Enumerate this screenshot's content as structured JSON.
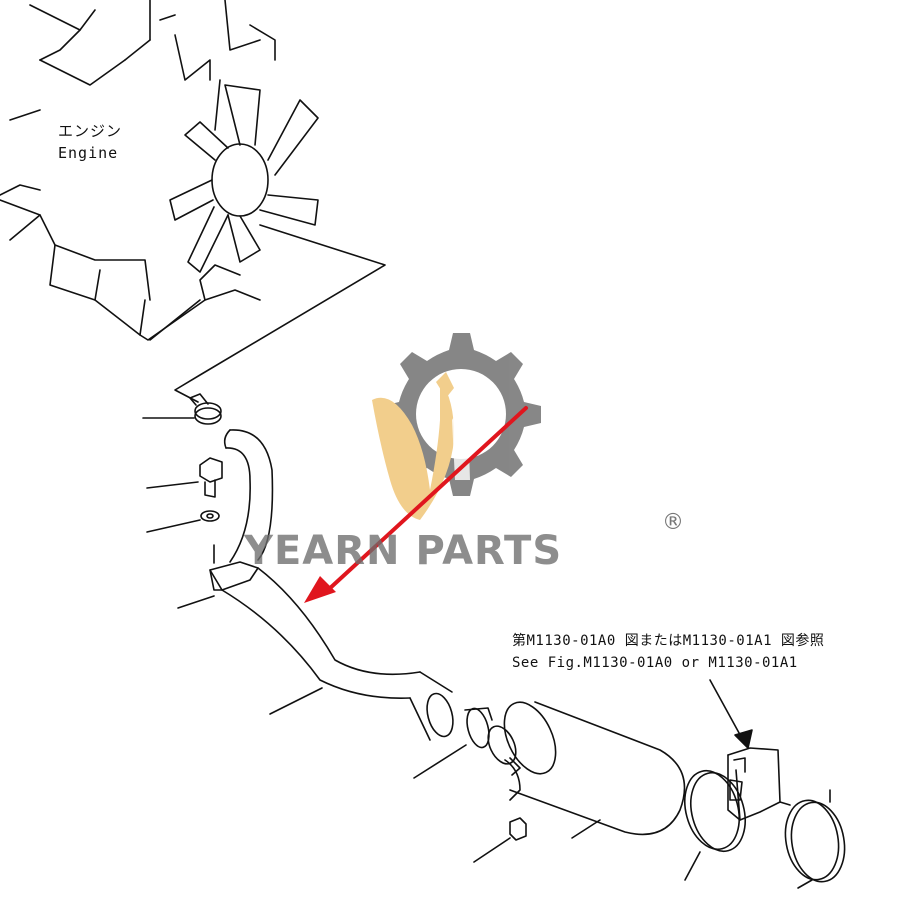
{
  "labels": {
    "engine_jp": "エンジン",
    "engine_en": "Engine",
    "ref_note_jp": "第M1130-01A0 図またはM1130-01A1 図参照",
    "ref_note_en": "See Fig.M1130-01A0 or M1130-01A1"
  },
  "watermark": {
    "brand": "YEARN PARTS",
    "registered_mark": "®",
    "gear_color": "#7a7a7a",
    "flame_color": "#f1c980",
    "arrow_color": "#e0161e"
  }
}
